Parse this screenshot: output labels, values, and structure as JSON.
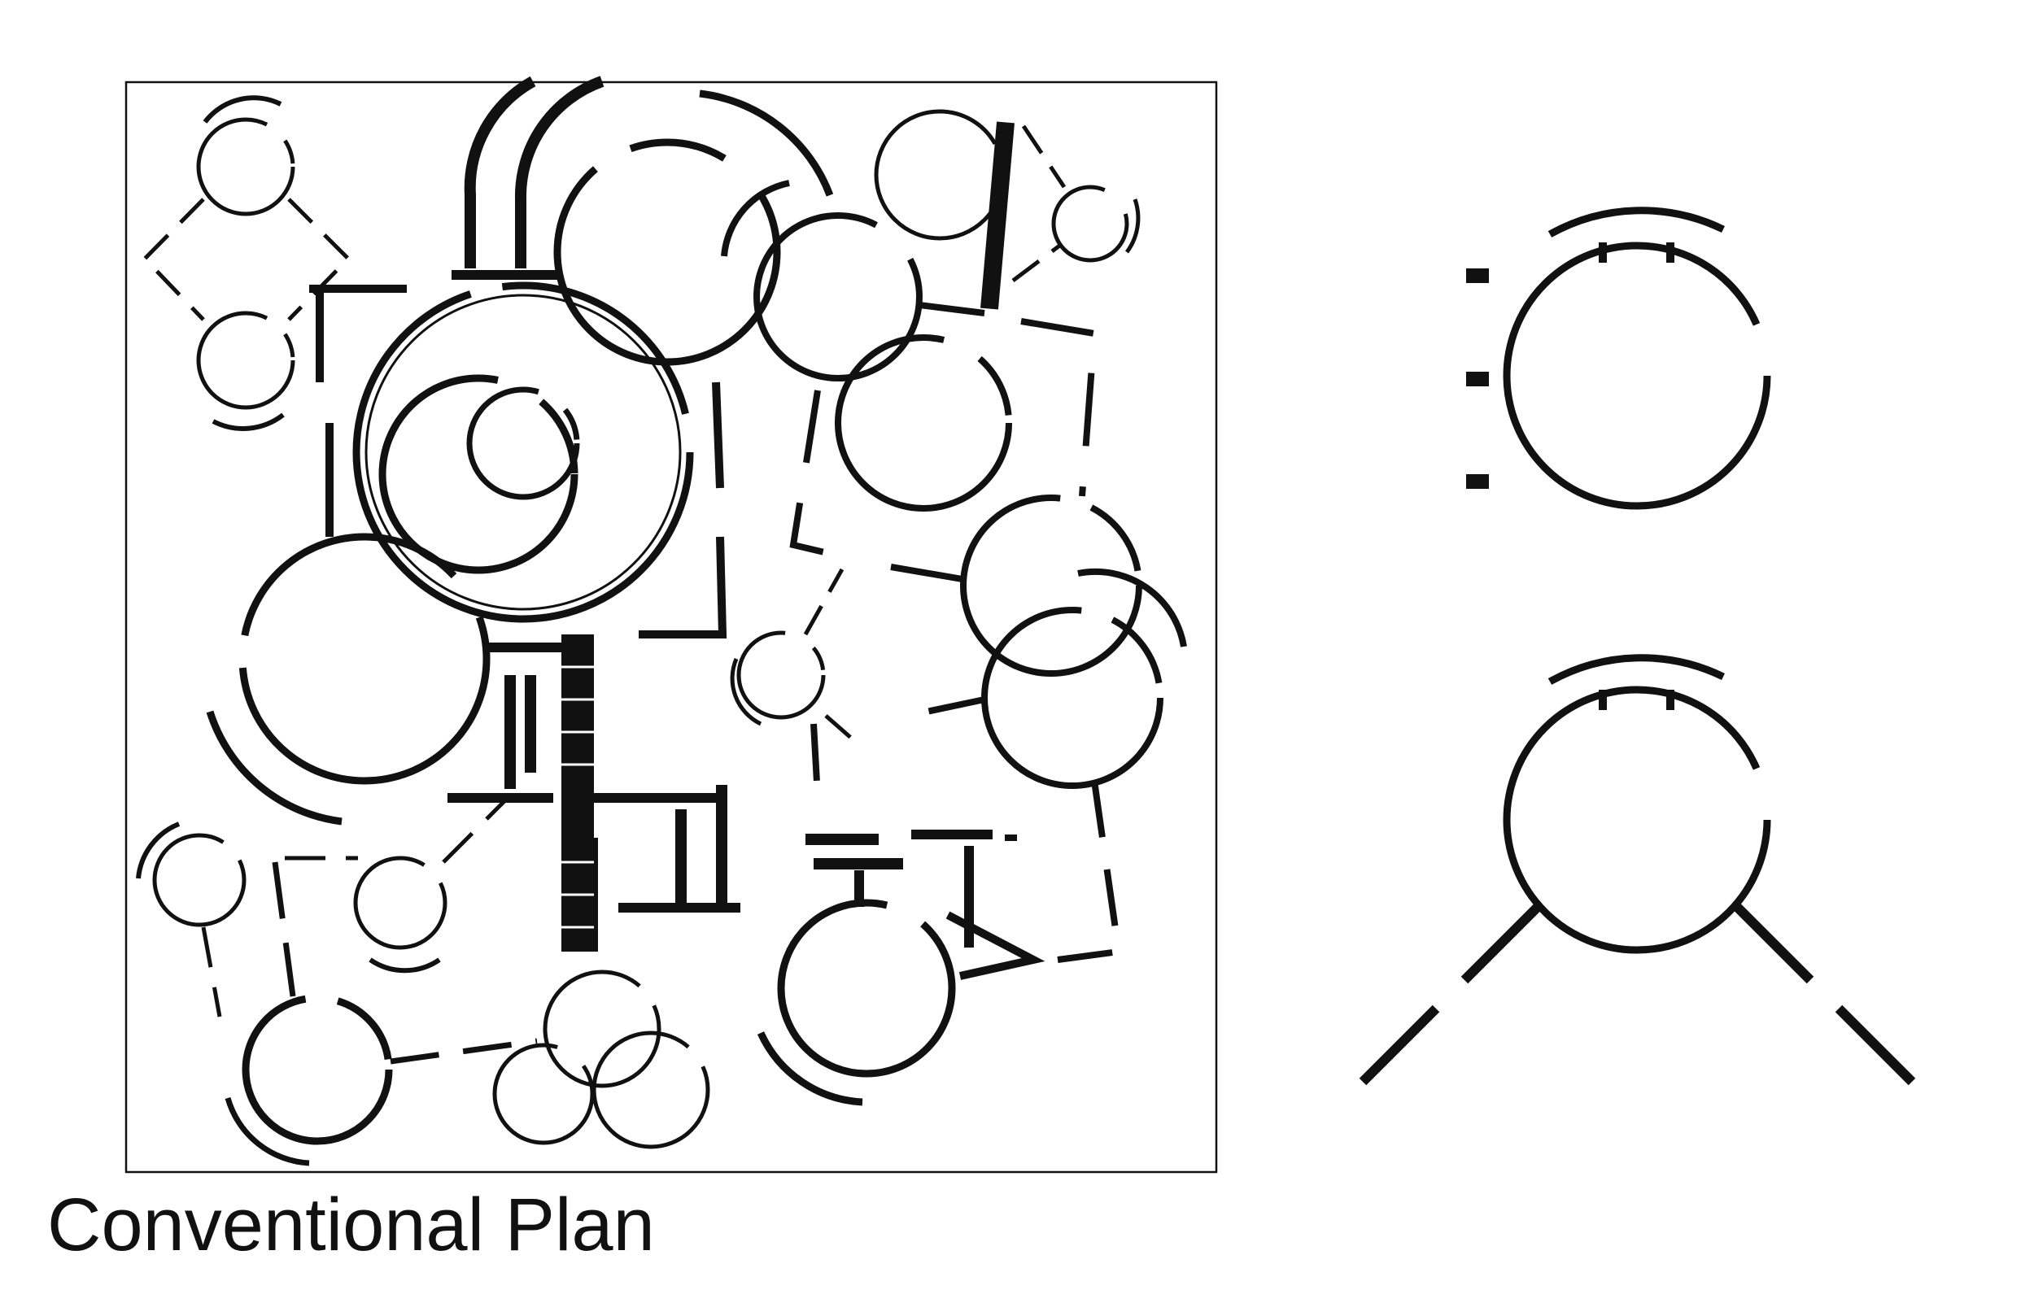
{
  "caption": "Conventional Plan",
  "colors": {
    "ink": "#111111",
    "background": "#ffffff"
  },
  "figures": [
    "conventional-plan",
    "room-module-single",
    "room-module-connected"
  ]
}
